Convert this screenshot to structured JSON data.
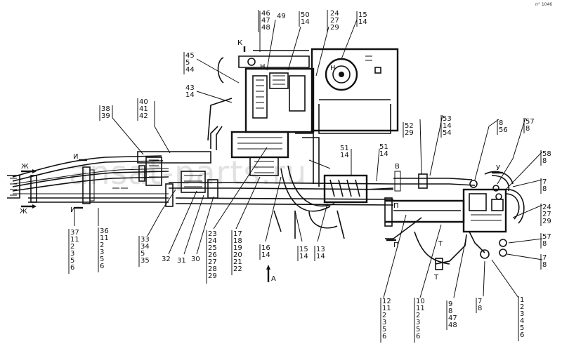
{
  "corner_text": "п° 1046",
  "watermark": "ansat-parts.ru",
  "markers": {
    "zh_top": "Ж",
    "zh_bot": "Ж",
    "i_top": "И",
    "i_bot": "И",
    "k": "К",
    "n1": "Н",
    "n2": "Н",
    "v": "В",
    "u": "У",
    "p1": "П",
    "p2": "П",
    "t1": "Т",
    "t2": "Т",
    "arrow_a": "А"
  },
  "callouts": [
    {
      "id": "c46",
      "lines": [
        "46",
        "47",
        "48"
      ]
    },
    {
      "id": "c49",
      "lines": [
        "49"
      ]
    },
    {
      "id": "c50",
      "lines": [
        "50",
        "14"
      ]
    },
    {
      "id": "c24t",
      "lines": [
        "24",
        "27",
        "29"
      ]
    },
    {
      "id": "c15t",
      "lines": [
        "15",
        "14"
      ]
    },
    {
      "id": "c45",
      "lines": [
        "45",
        "5",
        "44"
      ]
    },
    {
      "id": "c43",
      "lines": [
        "43",
        "14"
      ]
    },
    {
      "id": "c40",
      "lines": [
        "40",
        "41",
        "42"
      ]
    },
    {
      "id": "c38",
      "lines": [
        "38",
        "39"
      ]
    },
    {
      "id": "c52",
      "lines": [
        "52",
        "29"
      ]
    },
    {
      "id": "c53",
      "lines": [
        "53",
        "14",
        "54"
      ]
    },
    {
      "id": "c8a",
      "lines": [
        "8",
        "56"
      ]
    },
    {
      "id": "c57a",
      "lines": [
        "57",
        "8"
      ]
    },
    {
      "id": "c58",
      "lines": [
        "58",
        "8"
      ]
    },
    {
      "id": "c7a",
      "lines": [
        "7",
        "8"
      ]
    },
    {
      "id": "c24r",
      "lines": [
        "24",
        "27",
        "29"
      ]
    },
    {
      "id": "c57b",
      "lines": [
        "57",
        "8"
      ]
    },
    {
      "id": "c7b",
      "lines": [
        "7",
        "8"
      ]
    },
    {
      "id": "c51a",
      "lines": [
        "51",
        "14"
      ]
    },
    {
      "id": "c51b",
      "lines": [
        "51",
        "14"
      ]
    },
    {
      "id": "c37",
      "lines": [
        "37",
        "11",
        "2",
        "3",
        "5",
        "6"
      ]
    },
    {
      "id": "c36",
      "lines": [
        "36",
        "11",
        "2",
        "3",
        "5",
        "6"
      ]
    },
    {
      "id": "c33",
      "lines": [
        "33",
        "34",
        "5",
        "35"
      ]
    },
    {
      "id": "c32",
      "lines": [
        "32"
      ]
    },
    {
      "id": "c31",
      "lines": [
        "31"
      ]
    },
    {
      "id": "c30",
      "lines": [
        "30"
      ]
    },
    {
      "id": "c23",
      "lines": [
        "23",
        "24",
        "25",
        "26",
        "27",
        "28",
        "29"
      ]
    },
    {
      "id": "c17",
      "lines": [
        "17",
        "18",
        "19",
        "20",
        "21",
        "22"
      ]
    },
    {
      "id": "c16",
      "lines": [
        "16",
        "14"
      ]
    },
    {
      "id": "c15b",
      "lines": [
        "15",
        "14"
      ]
    },
    {
      "id": "c13",
      "lines": [
        "13",
        "14"
      ]
    },
    {
      "id": "c12",
      "lines": [
        "12",
        "11",
        "2",
        "3",
        "5",
        "6"
      ]
    },
    {
      "id": "c10",
      "lines": [
        "10",
        "11",
        "2",
        "3",
        "5",
        "6"
      ]
    },
    {
      "id": "c9",
      "lines": [
        "9",
        "8",
        "47",
        "48"
      ]
    },
    {
      "id": "c7c",
      "lines": [
        "7",
        "8"
      ]
    },
    {
      "id": "c1",
      "lines": [
        "1",
        "2",
        "3",
        "4",
        "5",
        "6"
      ]
    }
  ]
}
